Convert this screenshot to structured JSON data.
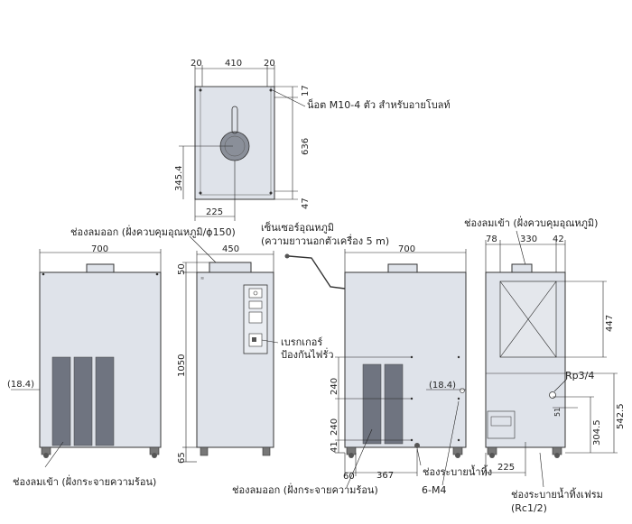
{
  "top_view": {
    "dims": {
      "left": "20",
      "width": "410",
      "right": "20",
      "d17": "17",
      "d636": "636",
      "d345": "345.4",
      "d47": "47",
      "d225": "225"
    },
    "bolt_label": "น็อต M10-4 ตัว สำหรับอายโบลท์"
  },
  "front_view": {
    "width": "700",
    "d184": "(18.4)",
    "intake_label": "ช่องลมเข้า (ฝั่งกระจายความร้อน)"
  },
  "side_view": {
    "width": "450",
    "d50": "50",
    "d1050": "1050",
    "d65": "65",
    "exhaust_label": "ช่องลมออก (ฝั่งควบคุมอุณหภูมิ/ϕ150)",
    "breaker_label_1": "เบรกเกอร์",
    "breaker_label_2": "ป้องกันไฟรั่ว",
    "sensor_label_1": "เซ็นเซอร์อุณหภูมิ",
    "sensor_label_2": "(ความยาวนอกตัวเครื่อง 5 m)"
  },
  "back_view": {
    "width": "700",
    "d240a": "240",
    "d240b": "240",
    "d41": "41",
    "d60": "60",
    "d367": "367",
    "d184": "(18.4)",
    "exhaust_label": "ช่องลมออก (ฝั่งกระจายความร้อน)",
    "drain_label": "ช่องระบายน้ำทิ้ง",
    "m4_label": "6-M4"
  },
  "right_view": {
    "intake_label": "ช่องลมเข้า (ฝั่งควบคุมอุณหภูมิ)",
    "d78": "78",
    "d330": "330",
    "d42": "42",
    "d447": "447",
    "rp_label": "Rp3/4",
    "d542": "542.5",
    "d51": "51",
    "d304": "304.5",
    "d225": "225",
    "float_label_1": "ช่องระบายน้ำทิ้งเฟรม",
    "float_label_2": "(Rc1/2)"
  },
  "colors": {
    "cabinet": "#dfe3ea",
    "louver": "#6f7480",
    "line": "#222222"
  }
}
